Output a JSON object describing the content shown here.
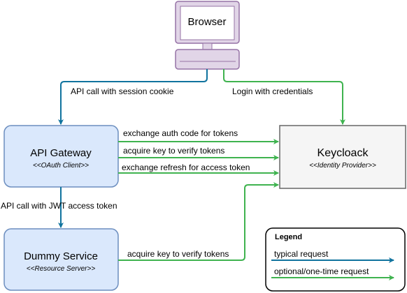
{
  "colors": {
    "typical": "#10739e",
    "optional": "#3fb34f",
    "browser_fill": "#e1d5e7",
    "browser_stroke": "#9673a6",
    "component_fill": "#dae8fc",
    "component_stroke": "#6c8ebf",
    "idp_fill": "#f5f5f5",
    "idp_stroke": "#666666"
  },
  "nodes": {
    "browser": {
      "label": "Browser",
      "icon": "computer-monitor-icon"
    },
    "api_gateway": {
      "label": "API Gateway",
      "stereotype": "<<OAuth Client>>"
    },
    "keycloak": {
      "label": "Keycloack",
      "stereotype": "<<Identity Provider>>"
    },
    "dummy_service": {
      "label": "Dummy Service",
      "stereotype": "<<Resource Server>>"
    }
  },
  "edges": {
    "browser_to_gateway": "API call with session cookie",
    "browser_to_keycloak": "Login with credentials",
    "exchange_auth_code": "exchange auth code for tokens",
    "gateway_acquire_key": "acquire key to verify tokens",
    "exchange_refresh": "exchange refresh for access token",
    "gateway_to_service": "API call with JWT access token",
    "service_acquire_key": "acquire key to verify tokens"
  },
  "legend": {
    "title": "Legend",
    "typical": "typical request",
    "optional": "optional/one-time request"
  }
}
